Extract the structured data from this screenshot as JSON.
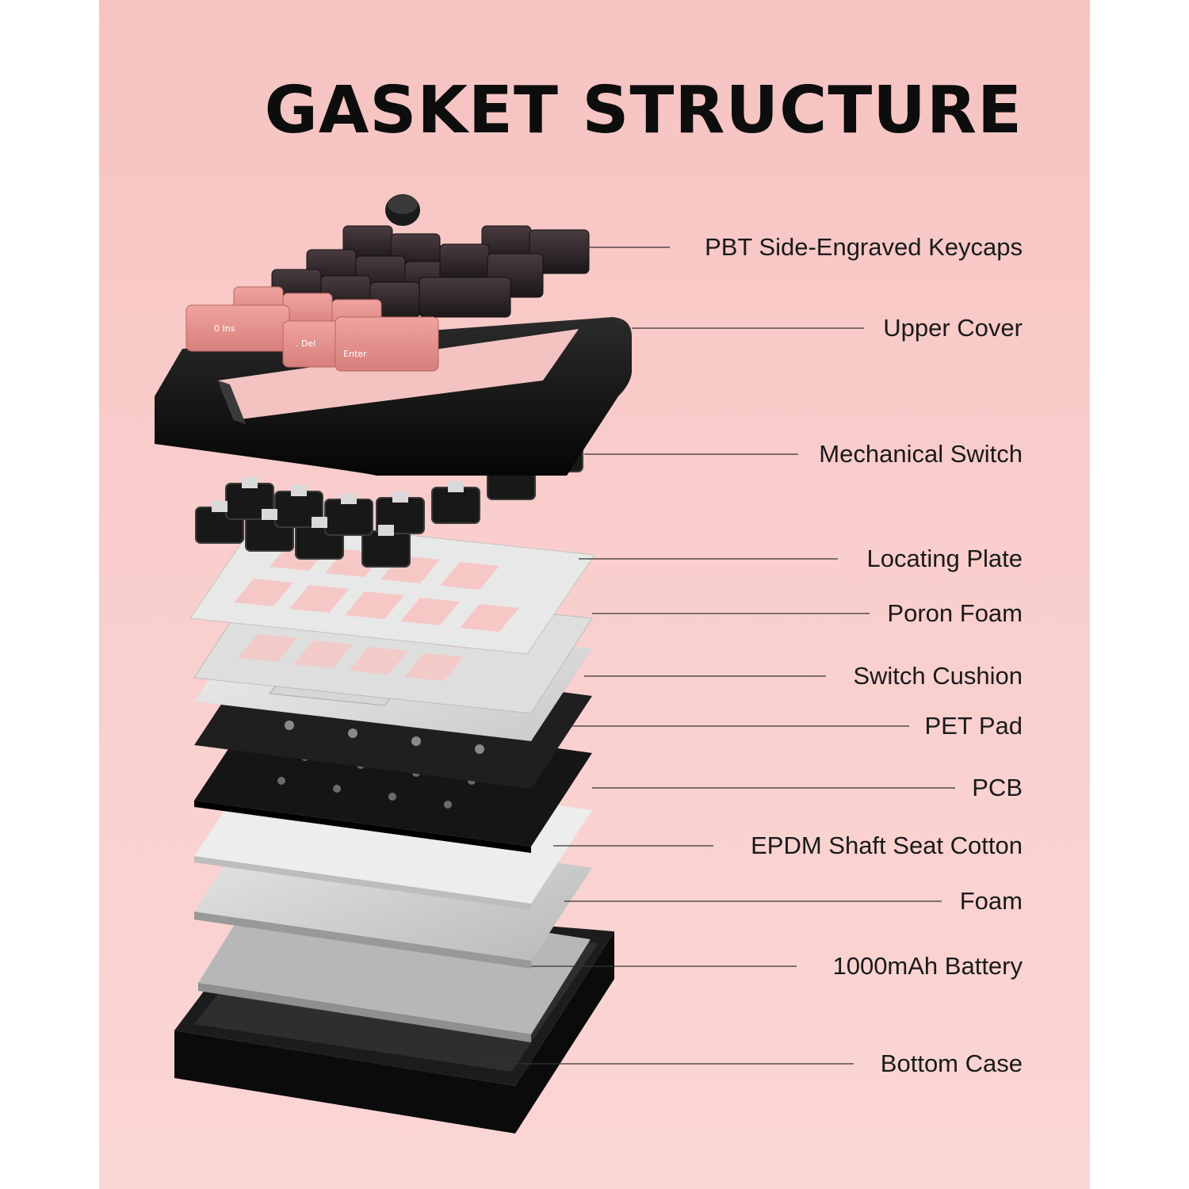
{
  "title": "GASKET STRUCTURE",
  "keycap_legends": [
    "0 Ins",
    ". Del",
    "Enter"
  ],
  "colors": {
    "background": "#f8cbc9",
    "keycap_pink": "#e8908c",
    "keycap_dark": "#2a2326",
    "frame": "#111111",
    "plate": "#ececec",
    "pcb": "#1b1b1b"
  },
  "layers": [
    {
      "id": "keycaps",
      "label": "PBT Side-Engraved Keycaps"
    },
    {
      "id": "upper-cover",
      "label": "Upper Cover"
    },
    {
      "id": "mechanical-switch",
      "label": "Mechanical Switch"
    },
    {
      "id": "locating-plate",
      "label": "Locating Plate"
    },
    {
      "id": "poron-foam",
      "label": "Poron Foam"
    },
    {
      "id": "switch-cushion",
      "label": "Switch Cushion"
    },
    {
      "id": "pet-pad",
      "label": "PET Pad"
    },
    {
      "id": "pcb",
      "label": "PCB"
    },
    {
      "id": "epdm-shaft-seat-cotton",
      "label": "EPDM Shaft Seat Cotton"
    },
    {
      "id": "foam",
      "label": "Foam"
    },
    {
      "id": "battery",
      "label": "1000mAh Battery"
    },
    {
      "id": "bottom-case",
      "label": "Bottom Case"
    }
  ]
}
